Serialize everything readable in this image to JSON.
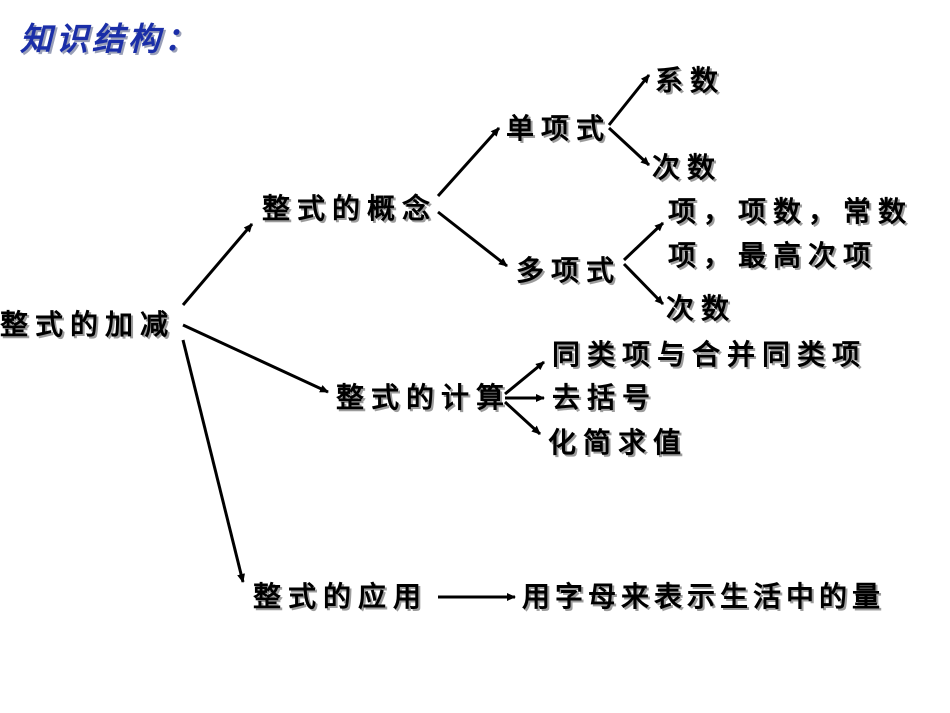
{
  "title": "知识结构：",
  "nodes": {
    "root": "整式的加减",
    "concept": "整式的概念",
    "monomial": "单项式",
    "mono_coef": "系数",
    "mono_degree": "次数",
    "polynomial": "多项式",
    "poly_terms_line1": "项，项数，常数",
    "poly_terms_line2": "项，最高次项",
    "poly_degree": "次数",
    "calculation": "整式的计算",
    "like_terms": "同类项与合并同类项",
    "brackets": "去括号",
    "simplify": "化简求值",
    "application": "整式的应用",
    "app_result": "用字母来表示生活中的量"
  }
}
